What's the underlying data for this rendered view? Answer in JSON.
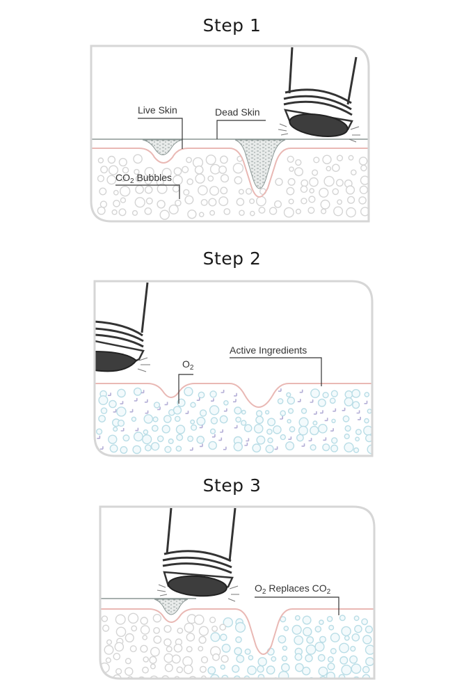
{
  "steps": [
    {
      "title": "Step 1",
      "labels": {
        "live_skin": "Live Skin",
        "dead_skin": "Dead Skin",
        "co2_main": "CO",
        "co2_sub": "2",
        "co2_rest": " Bubbles"
      }
    },
    {
      "title": "Step 2",
      "labels": {
        "o2_main": "O",
        "o2_sub": "2",
        "active": "Active Ingredients"
      }
    },
    {
      "title": "Step 3",
      "labels": {
        "o2_main": "O",
        "o2_sub": "2",
        "replaces": " Replaces CO",
        "co2_sub": "2"
      }
    }
  ],
  "colors": {
    "frame": "#d6d6d6",
    "skin_line": "#e9b8b4",
    "bubble_gray": "#d4d4d4",
    "bubble_blue": "#b9dde6",
    "plus": "#b3aed6",
    "dead_skin": "#9aa5a3",
    "device": "#3a3a3a"
  }
}
